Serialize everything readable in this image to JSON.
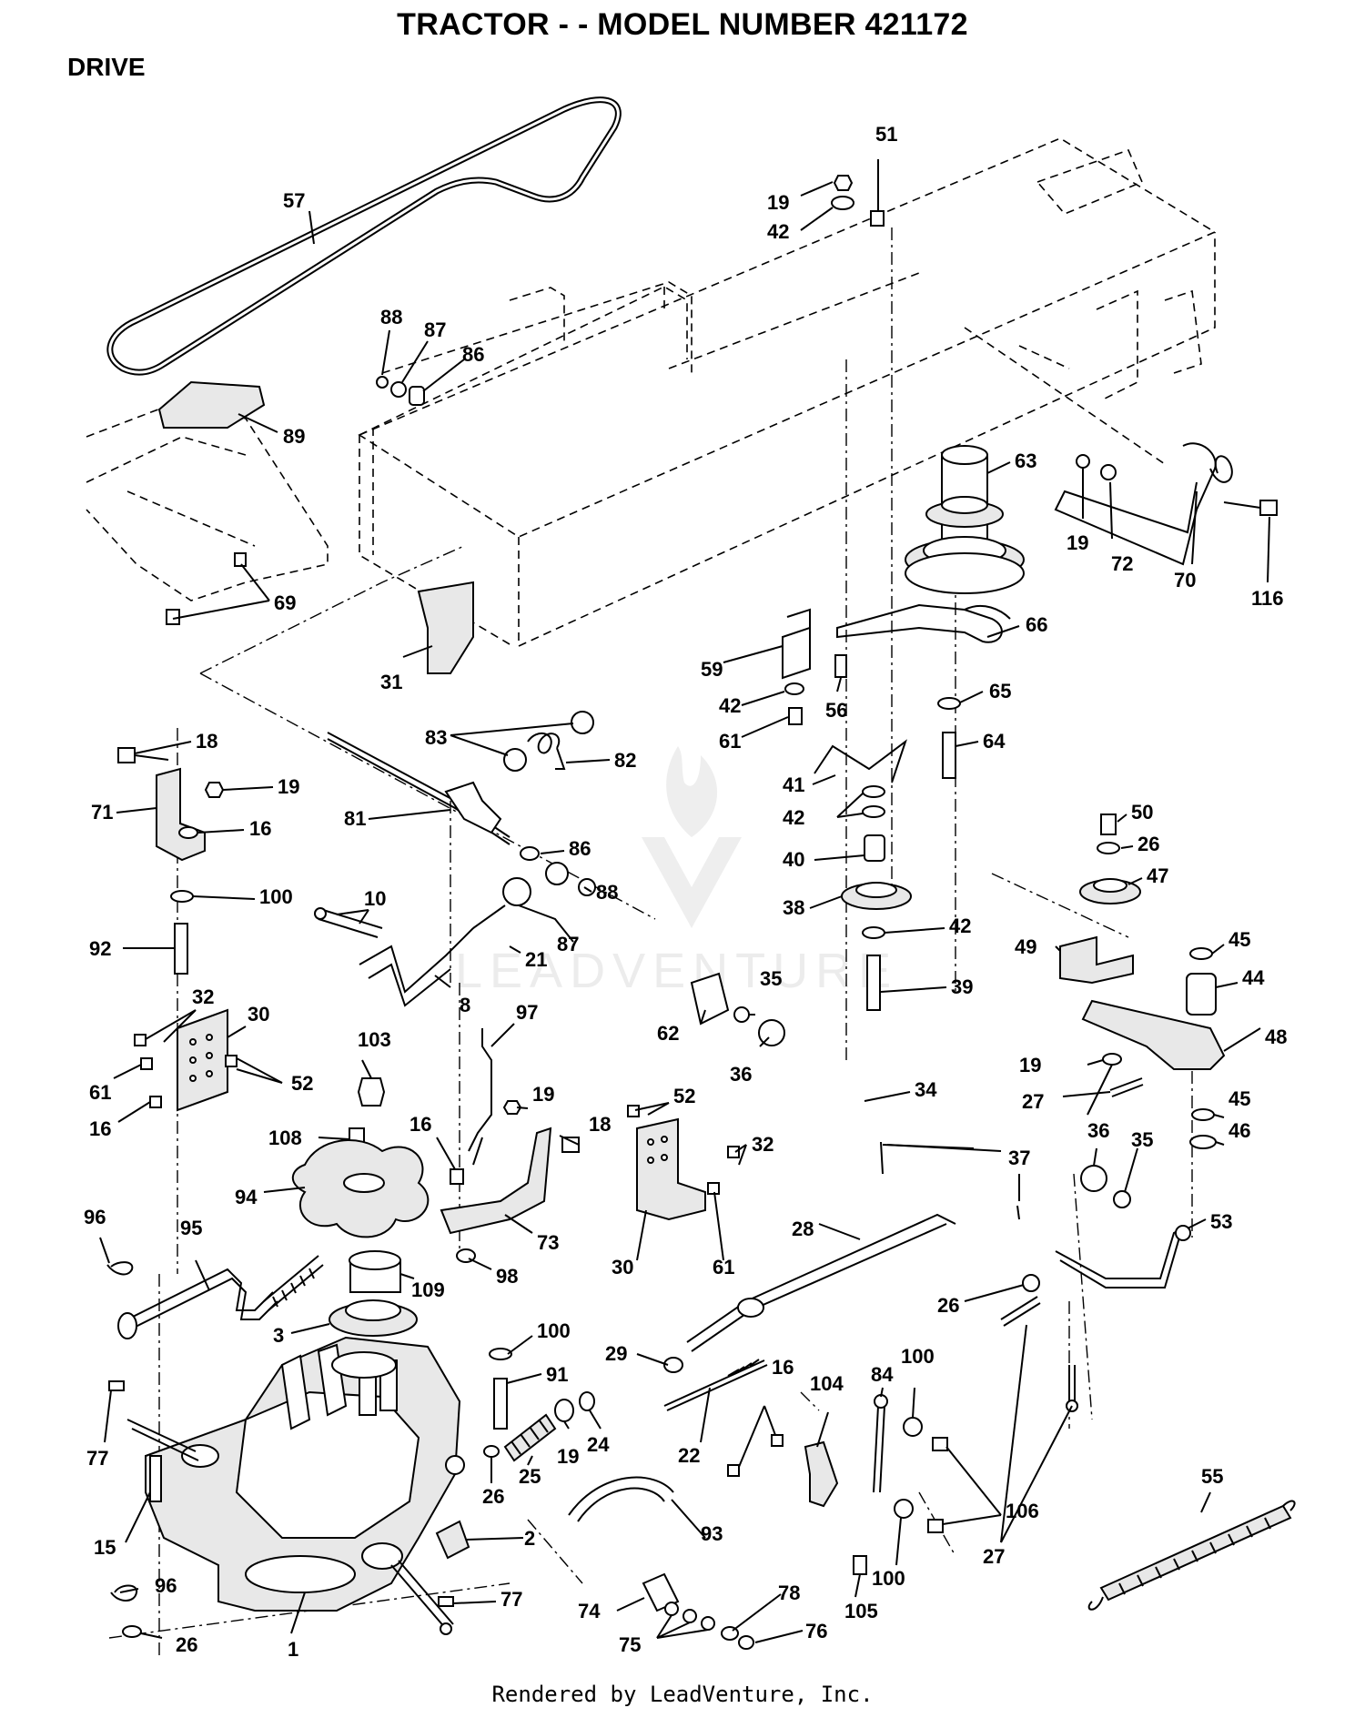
{
  "title": "TRACTOR - - MODEL NUMBER 421172",
  "section": "DRIVE",
  "footer": "Rendered by LeadVenture, Inc.",
  "watermark": "LEADVENTURE",
  "labels": {
    "l57": "57",
    "l51": "51",
    "l19a": "19",
    "l42a": "42",
    "l88a": "88",
    "l87a": "87",
    "l86a": "86",
    "l89": "89",
    "l63": "63",
    "l19b": "19",
    "l72": "72",
    "l70": "70",
    "l116": "116",
    "l69": "69",
    "l31": "31",
    "l66": "66",
    "l59": "59",
    "l42b": "42",
    "l56": "56",
    "l65": "65",
    "l61a": "61",
    "l64": "64",
    "l83": "83",
    "l82": "82",
    "l18a": "18",
    "l19c": "19",
    "l71": "71",
    "l16a": "16",
    "l81": "81",
    "l41": "41",
    "l42c": "42",
    "l50": "50",
    "l26a": "26",
    "l86b": "86",
    "l40": "40",
    "l47": "47",
    "l100a": "100",
    "l88b": "88",
    "l38": "38",
    "l42d": "42",
    "l10": "10",
    "l87b": "87",
    "l45a": "45",
    "l92": "92",
    "l21": "21",
    "l49": "49",
    "l39": "39",
    "l35a": "35",
    "l44": "44",
    "l8": "8",
    "l32a": "32",
    "l30a": "30",
    "l97": "97",
    "l62": "62",
    "l48": "48",
    "l103": "103",
    "l36a": "36",
    "l19d": "19",
    "l61b": "61",
    "l52a": "52",
    "l34": "34",
    "l27a": "27",
    "l19e": "19",
    "l16b": "16",
    "l52b": "52",
    "l45b": "45",
    "l108": "108",
    "l16c": "16",
    "l18b": "18",
    "l46": "46",
    "l32b": "32",
    "l36b": "36",
    "l35b": "35",
    "l37": "37",
    "l94": "94",
    "l96a": "96",
    "l95": "95",
    "l73": "73",
    "l53": "53",
    "l30b": "30",
    "l61c": "61",
    "l28": "28",
    "l98": "98",
    "l109": "109",
    "l26b": "26",
    "l3": "3",
    "l100b": "100",
    "l29": "29",
    "l91": "91",
    "l84": "84",
    "l100c": "100",
    "l16d": "16",
    "l104": "104",
    "l22": "22",
    "l19f": "19",
    "l24": "24",
    "l27b": "27",
    "l77a": "77",
    "l25": "25",
    "l26c": "26",
    "l55": "55",
    "l2": "2",
    "l93": "93",
    "l106": "106",
    "l15": "15",
    "l105": "105",
    "l100d": "100",
    "l96b": "96",
    "l77b": "77",
    "l78": "78",
    "l74": "74",
    "l76": "76",
    "l75": "75",
    "l26d": "26",
    "l1": "1"
  }
}
